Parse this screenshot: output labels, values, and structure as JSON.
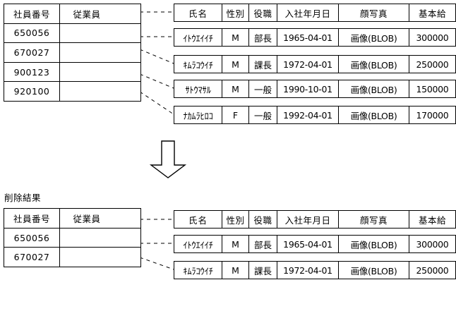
{
  "diagram": {
    "title_top": "",
    "section_label_bottom": "削除結果",
    "arrow_icon": "down-arrow-outline"
  },
  "master_table": {
    "headers": [
      "社員番号",
      "従業員"
    ],
    "rows_top": [
      {
        "id": "650056"
      },
      {
        "id": "670027"
      },
      {
        "id": "900123"
      },
      {
        "id": "920100"
      }
    ],
    "rows_bottom": [
      {
        "id": "650056"
      },
      {
        "id": "670027"
      }
    ]
  },
  "detail_table": {
    "headers": [
      "氏名",
      "性別",
      "役職",
      "入社年月日",
      "顔写真",
      "基本給"
    ],
    "rows_top": [
      {
        "name": "ｲﾄｳｴｲｲﾁ",
        "sex": "M",
        "post": "部長",
        "joined": "1965-04-01",
        "photo": "画像(BLOB)",
        "salary": "300000"
      },
      {
        "name": "ｷﾑﾗｺｳｲﾁ",
        "sex": "M",
        "post": "課長",
        "joined": "1972-04-01",
        "photo": "画像(BLOB)",
        "salary": "250000"
      },
      {
        "name": "ｻﾄｳﾏｻﾙ",
        "sex": "M",
        "post": "一般",
        "joined": "1990-10-01",
        "photo": "画像(BLOB)",
        "salary": "150000"
      },
      {
        "name": "ﾅｶﾑﾗﾋﾛｺ",
        "sex": "F",
        "post": "一般",
        "joined": "1992-04-01",
        "photo": "画像(BLOB)",
        "salary": "170000"
      }
    ],
    "rows_bottom": [
      {
        "name": "ｲﾄｳｴｲｲﾁ",
        "sex": "M",
        "post": "部長",
        "joined": "1965-04-01",
        "photo": "画像(BLOB)",
        "salary": "300000"
      },
      {
        "name": "ｷﾑﾗｺｳｲﾁ",
        "sex": "M",
        "post": "課長",
        "joined": "1972-04-01",
        "photo": "画像(BLOB)",
        "salary": "250000"
      }
    ]
  },
  "colors": {
    "line": "#000000",
    "background": "#ffffff",
    "text": "#000000"
  }
}
